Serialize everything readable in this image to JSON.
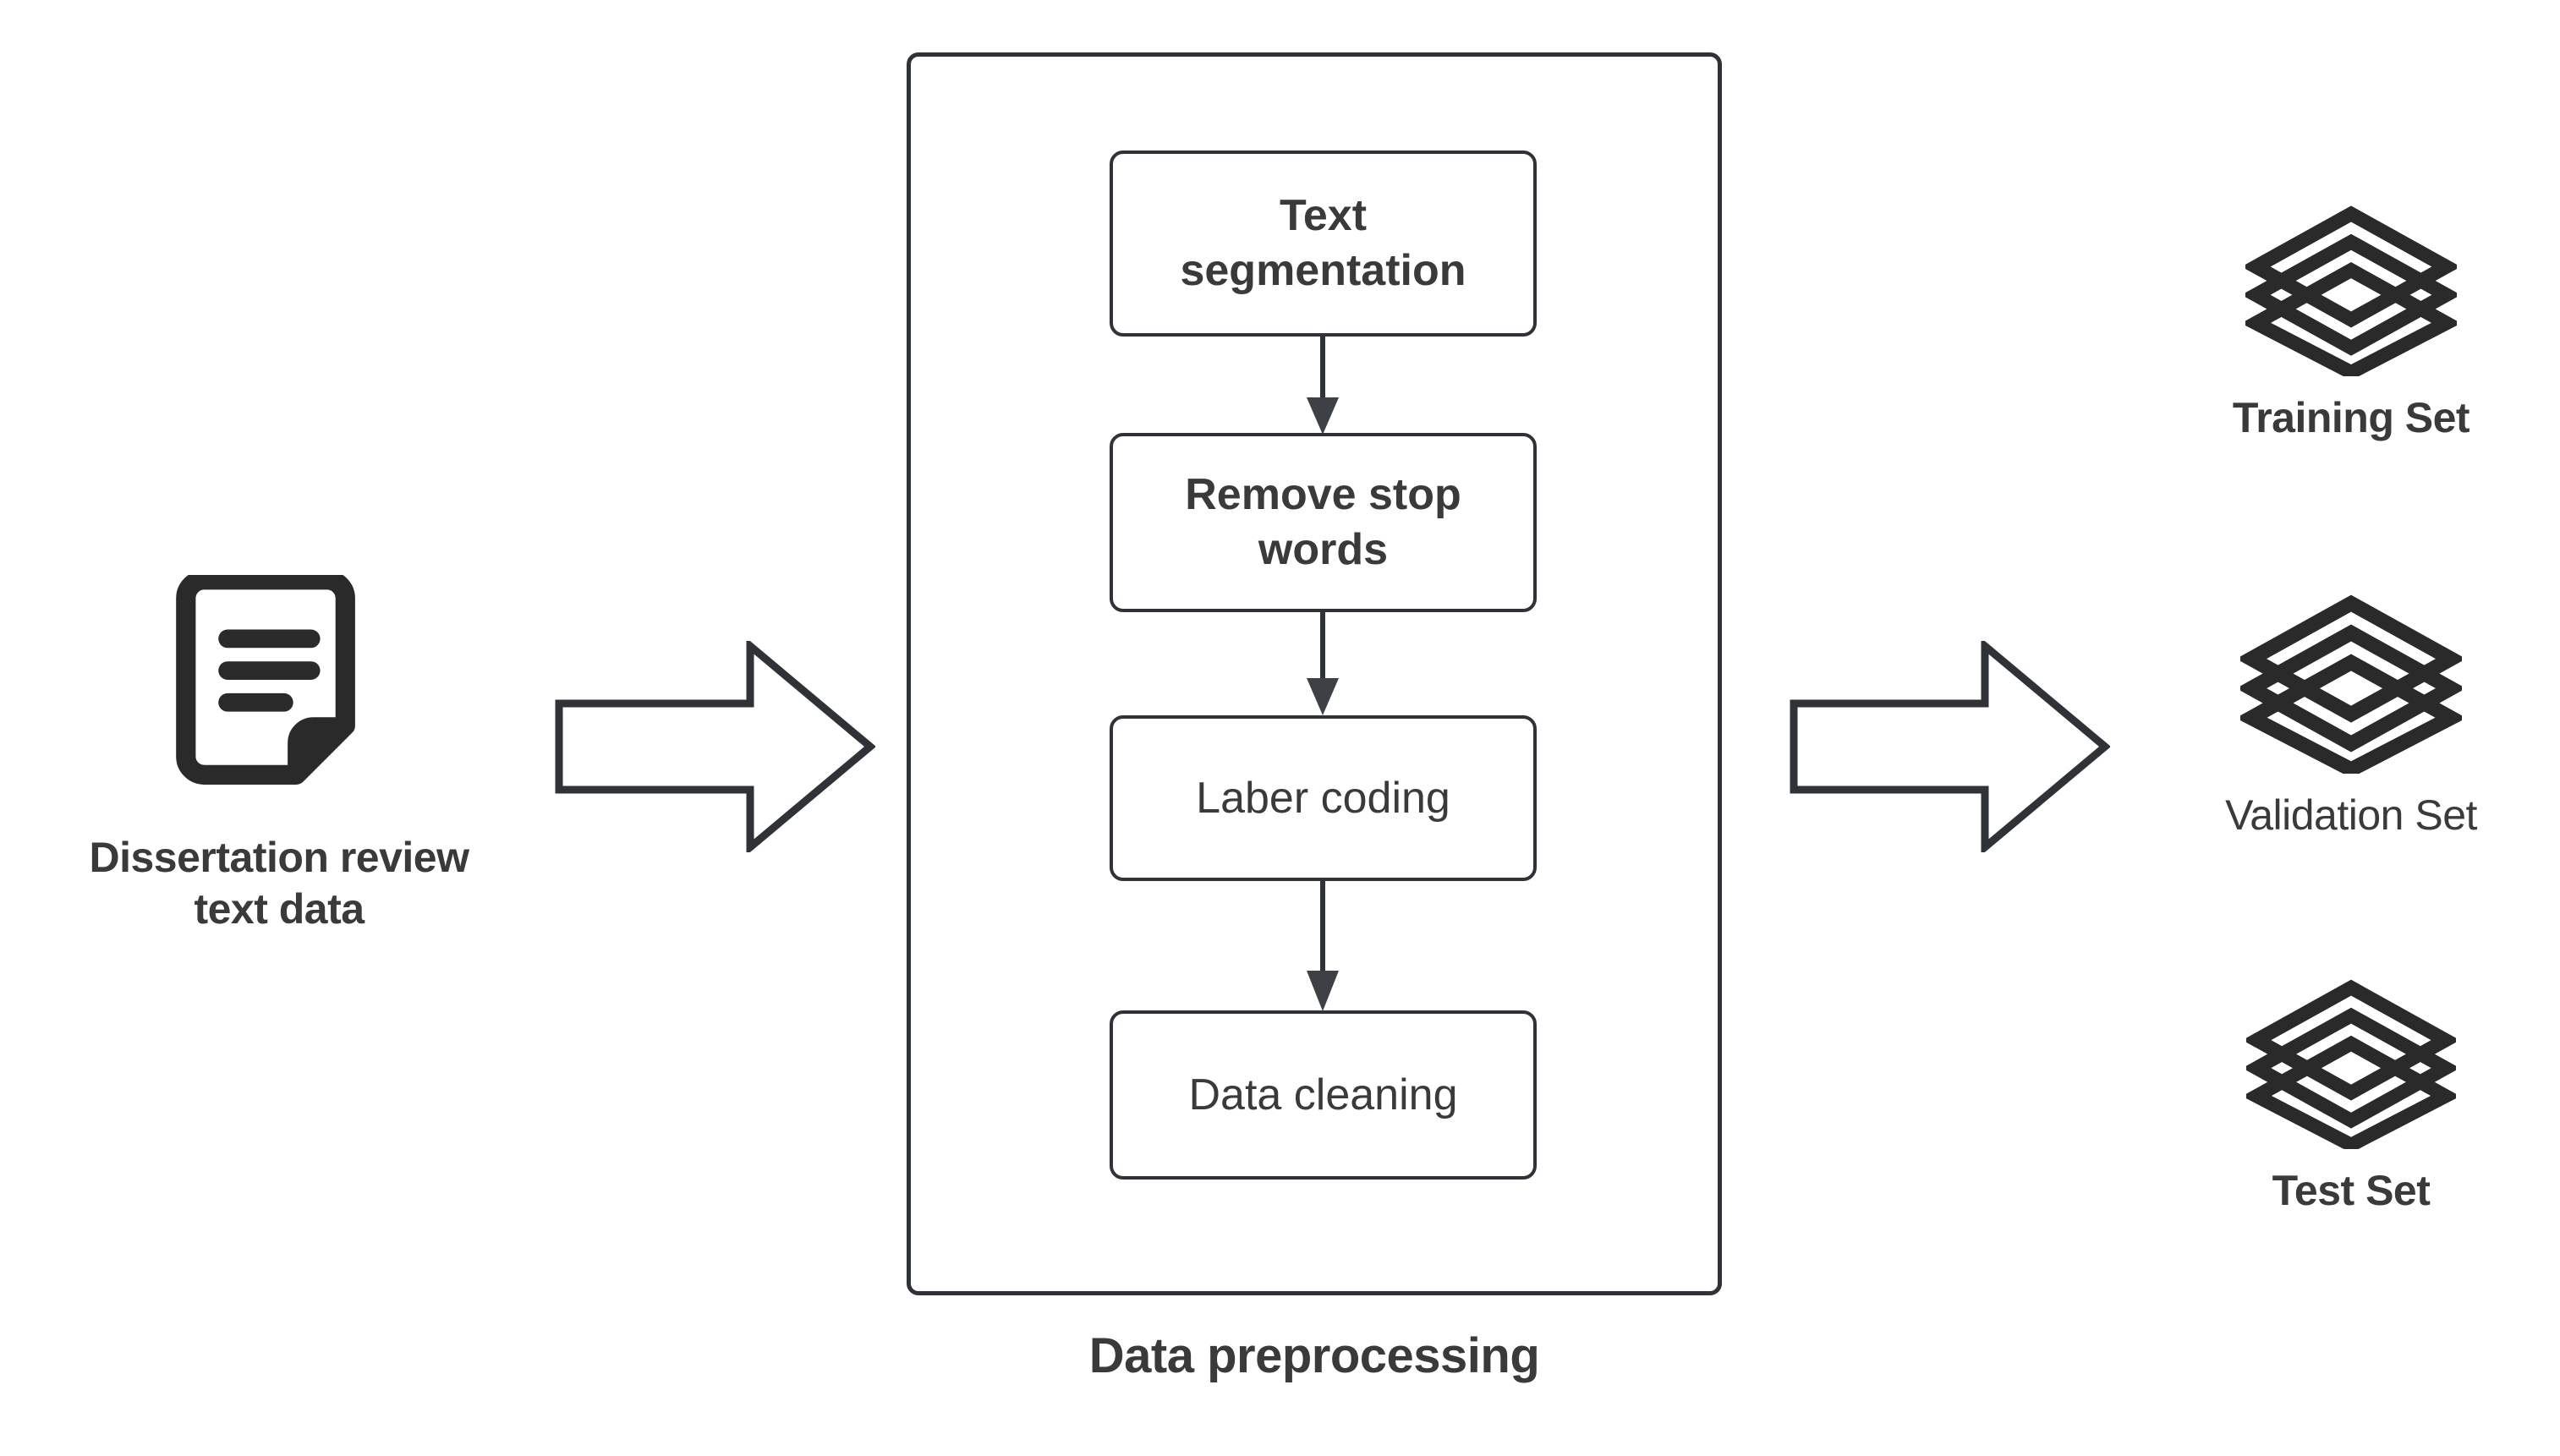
{
  "diagram": {
    "type": "flowchart",
    "title": "Dissertation review text data preprocessing and dataset split pipeline",
    "colors": {
      "stroke": "#2f3337",
      "text": "#3a3a3a",
      "background": "#ffffff",
      "fill": "#ffffff"
    }
  },
  "source": {
    "icon": "document-lines-icon",
    "label": "Dissertation review\ntext data"
  },
  "arrows": [
    {
      "name": "arrow-source-to-preprocessing",
      "direction": "right",
      "style": "hollow-block"
    },
    {
      "name": "arrow-preprocessing-to-splits",
      "direction": "right",
      "style": "hollow-block"
    }
  ],
  "preprocessing": {
    "caption": "Data preprocessing",
    "steps": [
      {
        "id": "text-segmentation",
        "label": "Text\nsegmentation"
      },
      {
        "id": "remove-stop-words",
        "label": "Remove stop\nwords"
      },
      {
        "id": "laber-coding",
        "label": "Laber coding"
      },
      {
        "id": "data-cleaning",
        "label": "Data cleaning"
      }
    ],
    "connectors": [
      {
        "from": "text-segmentation",
        "to": "remove-stop-words",
        "style": "solid-arrow-down"
      },
      {
        "from": "remove-stop-words",
        "to": "laber-coding",
        "style": "solid-arrow-down"
      },
      {
        "from": "laber-coding",
        "to": "data-cleaning",
        "style": "solid-arrow-down"
      }
    ]
  },
  "splits": [
    {
      "id": "training",
      "icon": "layers-stack-icon",
      "label": "Training Set"
    },
    {
      "id": "validation",
      "icon": "layers-stack-icon",
      "label": "Validation Set"
    },
    {
      "id": "test",
      "icon": "layers-stack-icon",
      "label": "Test Set"
    }
  ]
}
